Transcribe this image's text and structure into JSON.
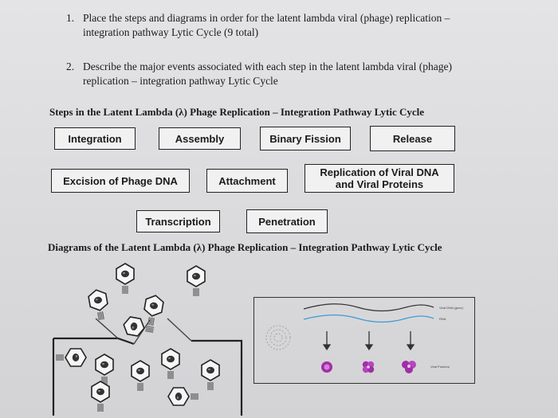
{
  "instructions": [
    {
      "number": "1.",
      "line1": "Place the steps and diagrams in order for the latent lambda viral (phage) replication –",
      "line2": "integration pathway Lytic Cycle  (9 total)"
    },
    {
      "number": "2.",
      "line1": "Describe the major events associated with each step in the latent lambda viral (phage)",
      "line2": "replication – integration pathway Lytic Cycle"
    }
  ],
  "steps_heading": "Steps in the Latent Lambda (λ) Phage Replication – Integration Pathway Lytic Cycle",
  "steps": {
    "integration": "Integration",
    "assembly": "Assembly",
    "binary_fission": "Binary Fission",
    "release": "Release",
    "excision": "Excision of Phage DNA",
    "attachment": "Attachment",
    "replication_line1": "Replication of Viral DNA",
    "replication_line2": "and Viral Proteins",
    "transcription": "Transcription",
    "penetration": "Penetration"
  },
  "diagrams_heading": "Diagrams of the Latent Lambda (λ) Phage Replication – Integration Pathway Lytic Cycle",
  "diagram_labels": {
    "viral_dna": "Viral DNA (gene)",
    "rna": "RNA",
    "viral_proteins": "Viral Proteins"
  }
}
